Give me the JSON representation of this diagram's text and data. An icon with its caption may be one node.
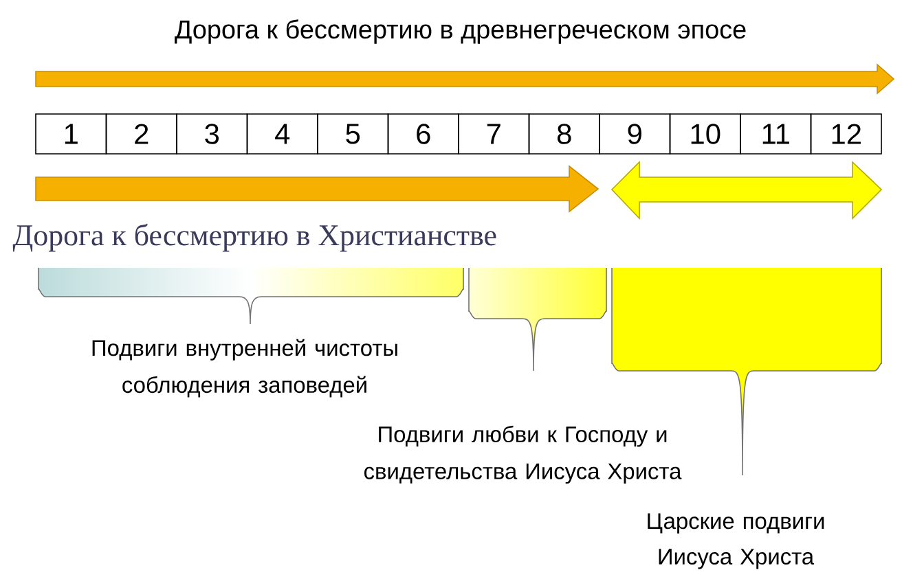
{
  "diagram": {
    "title": "Дорога к бессмертию в древнегреческом эпосе",
    "labels": [
      "1",
      "2",
      "3",
      "4",
      "5",
      "6",
      "7",
      "8",
      "9",
      "10",
      "11",
      "12",
      "Дорога к бессмертию в Христианстве",
      "Подвиги внутренней чистоты соблюдения заповедей",
      "Подвиги любви к Господу и свидетельства Иисуса Христа",
      "Царские подвиги Иисуса Христа"
    ]
  }
}
